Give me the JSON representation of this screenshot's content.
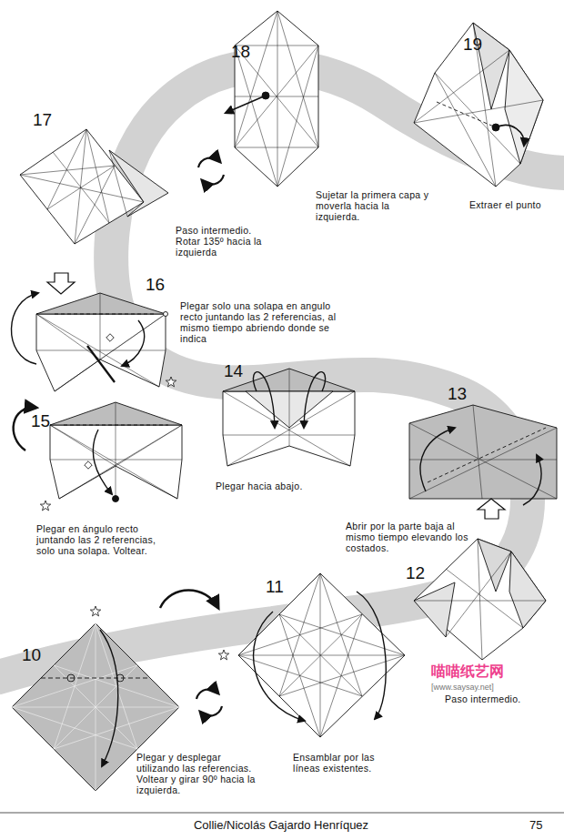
{
  "diagram": {
    "labels": [
      "17",
      "18",
      "19",
      "Sujetar la primera capa y moverla hacia la izquierda.",
      "Extraer el punto",
      "Paso intermedio. Rotar 135º hacia la izquierda",
      "16",
      "Plegar solo una solapa en angulo recto juntando las 2 referencias, al mismo tiempo abriendo donde se indica",
      "14",
      "13",
      "15",
      "Plegar hacia abajo.",
      "Plegar en ángulo recto juntando las 2 referencias, solo una solapa. Voltear.",
      "Abrir por la parte baja al mismo tiempo elevando los costados.",
      "12",
      "11",
      "10",
      "喵喵纸艺网",
      "[www.saysay.net]",
      "Paso intermedio.",
      "Plegar y desplegar utilizando las referencias. Voltear y girar 90º hacia la izquierda.",
      "Ensamblar por las líneas existentes.",
      "Collie/Nicolás Gajardo Henríquez",
      "75"
    ]
  }
}
